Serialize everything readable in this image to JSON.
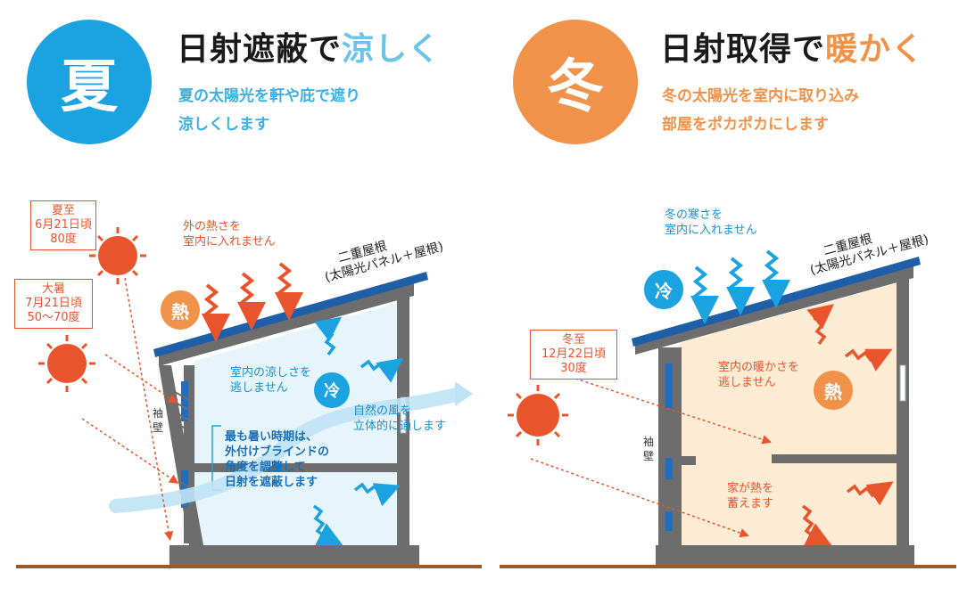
{
  "summer": {
    "badge": "夏",
    "title_main": "日射遮蔽で",
    "title_accent": "涼しく",
    "subtitle_1": "夏の太陽光を軒や庇で遮り",
    "subtitle_2": "涼しくします",
    "callout_solstice": [
      "夏至",
      "6月21日頃",
      "80度"
    ],
    "callout_taisho": [
      "大暑",
      "7月21日頃",
      "50〜70度"
    ],
    "outside_heat": [
      "外の熱さを",
      "室内に入れません"
    ],
    "roof_label": [
      "二重屋根",
      "(太陽光パネル＋屋根)"
    ],
    "heat_disk": "熱",
    "cool_disk": "冷",
    "keep_cool": [
      "室内の涼しさを",
      "逃しません"
    ],
    "natural_wind": [
      "自然の風を",
      "立体的に通します"
    ],
    "blind_note": [
      "最も暑い時期は、",
      "外付けブラインドの",
      "角度を調整して",
      "日射を遮蔽します"
    ],
    "wing_wall": "袖壁"
  },
  "winter": {
    "badge": "冬",
    "title_main": "日射取得で",
    "title_accent": "暖かく",
    "subtitle_1": "冬の太陽光を室内に取り込み",
    "subtitle_2": "部屋をポカポカにします",
    "outside_cold": [
      "冬の寒さを",
      "室内に入れません"
    ],
    "roof_label": [
      "二重屋根",
      "(太陽光パネル＋屋根)"
    ],
    "cool_disk": "冷",
    "heat_disk": "熱",
    "callout_solstice": [
      "冬至",
      "12月22日頃",
      "30度"
    ],
    "keep_warm": [
      "室内の暖かさを",
      "逃しません"
    ],
    "house_stores": [
      "家が熱を",
      "蓄えます"
    ],
    "wing_wall": "袖壁"
  },
  "colors": {
    "summer_blue": "#1aa3e0",
    "winter_orange": "#f0924a",
    "heat_red": "#e8542c",
    "roof_blue": "#1f5fa8",
    "wall_gray": "#6d6d6d",
    "ground_brown": "#9b5a2e"
  }
}
